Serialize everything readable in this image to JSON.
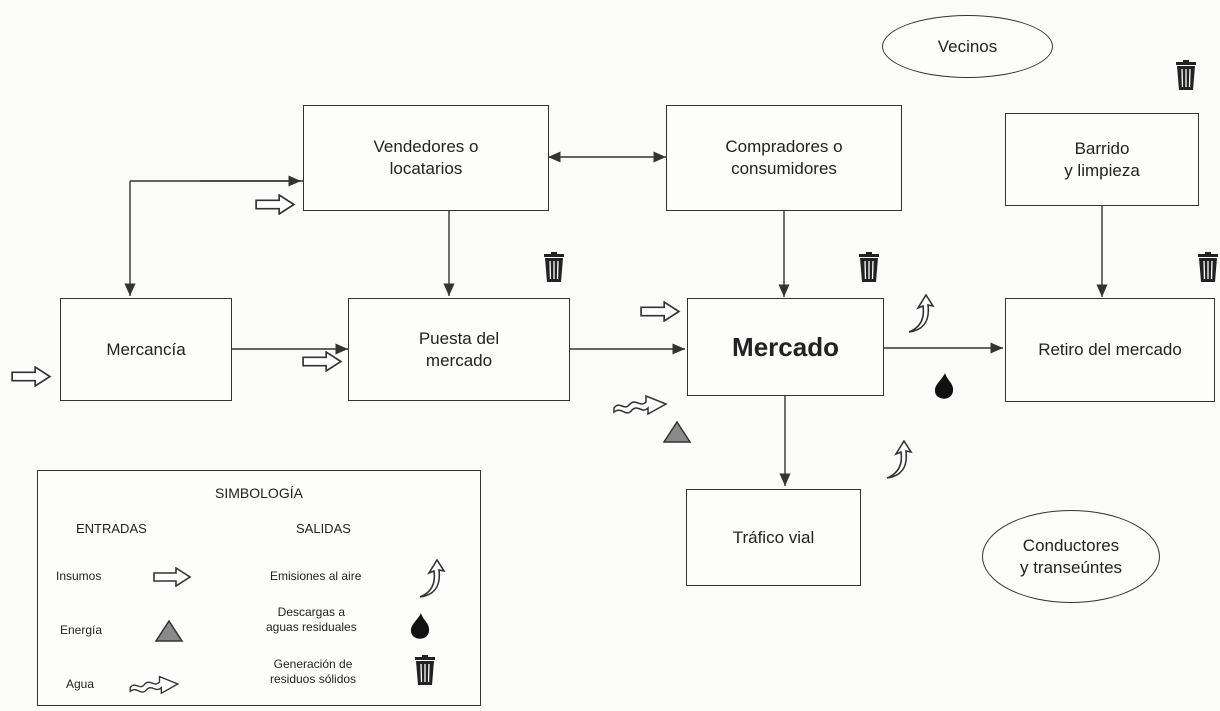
{
  "nodes": {
    "vendedores": "Vendedores o\nlocatarios",
    "compradores": "Compradores o\nconsumidores",
    "barrido": "Barrido\n y limpieza",
    "mercancia": "Mercancía",
    "puesta": "Puesta del\nmercado",
    "mercado": "Mercado",
    "retiro": "Retiro del mercado",
    "trafico": "Tráfico vial",
    "vecinos": "Vecinos",
    "conductores": "Conductores\ny  transeúntes"
  },
  "legend": {
    "title": "SIMBOLOGÍA",
    "inputs_header": "ENTRADAS",
    "outputs_header": "SALIDAS",
    "inputs": [
      "Insumos",
      "Energía",
      "Agua"
    ],
    "outputs": [
      "Emisiones al aire",
      "Descargas a\naguas  residuales",
      "Generación de\nresiduos sólidos"
    ]
  },
  "icons": {
    "insumos": "hollow-arrow-icon",
    "energia": "triangle-icon",
    "agua": "wavy-arrow-icon",
    "emisiones": "curved-arrow-icon",
    "descargas": "drop-icon",
    "residuos": "trash-can-icon"
  },
  "colors": {
    "line": "#333333",
    "energy_fill": "#8a8a8a",
    "trash_fill": "#222222"
  }
}
